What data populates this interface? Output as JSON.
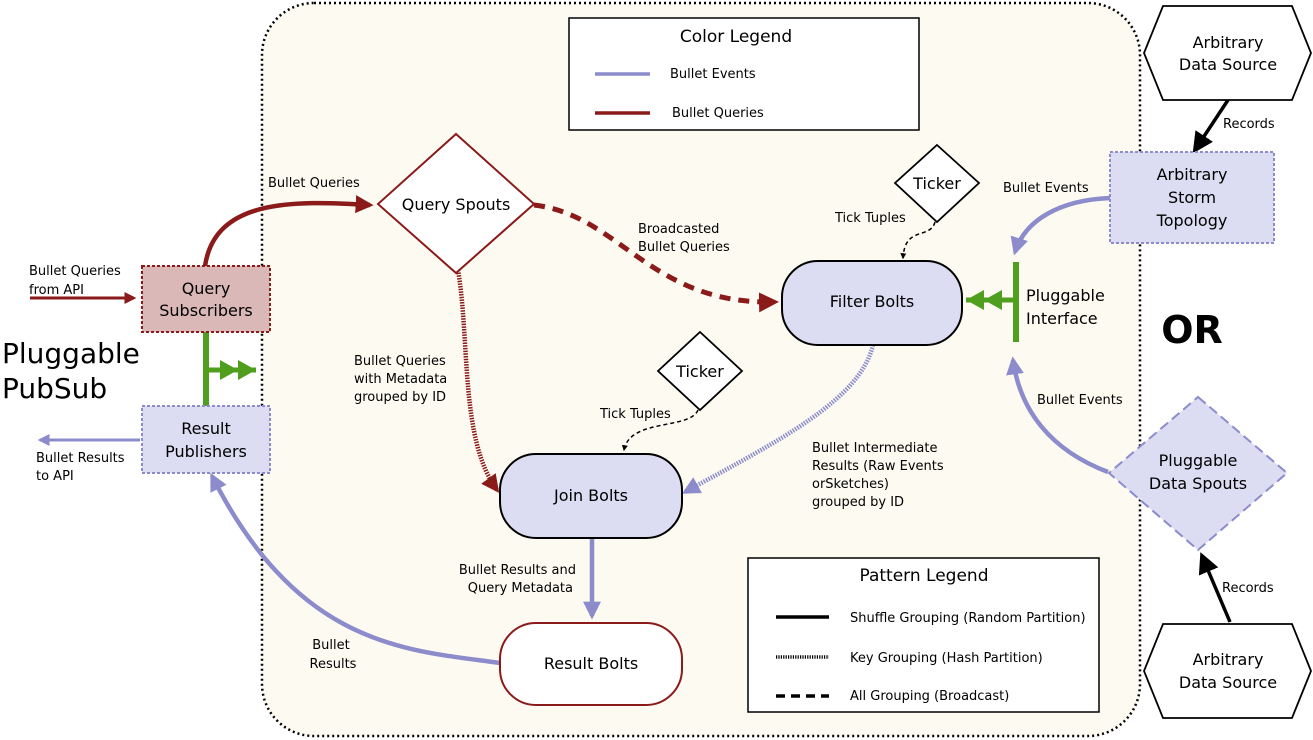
{
  "title_left": [
    "Pluggable",
    "PubSub"
  ],
  "or_text": "OR",
  "color_legend": {
    "title": "Color Legend",
    "items": [
      {
        "label": "Bullet Events",
        "color": "#8c8ccc"
      },
      {
        "label": "Bullet Queries",
        "color": "#8b1a1a"
      }
    ]
  },
  "pattern_legend": {
    "title": "Pattern Legend",
    "items": [
      {
        "label": "Shuffle Grouping (Random Partition)"
      },
      {
        "label": "Key Grouping (Hash Partition)"
      },
      {
        "label": "All Grouping (Broadcast)"
      }
    ]
  },
  "nodes": {
    "query_subscribers": [
      "Query",
      "Subscribers"
    ],
    "result_publishers": [
      "Result",
      "Publishers"
    ],
    "query_spouts": "Query Spouts",
    "filter_bolts": "Filter Bolts",
    "join_bolts": "Join Bolts",
    "result_bolts": "Result Bolts",
    "ticker_top": "Ticker",
    "ticker_mid": "Ticker",
    "arbitrary_source_top": [
      "Arbitrary",
      "Data Source"
    ],
    "arbitrary_storm": [
      "Arbitrary",
      "Storm",
      "Topology"
    ],
    "pluggable_spouts": [
      "Pluggable",
      "Data Spouts"
    ],
    "arbitrary_source_bottom": [
      "Arbitrary",
      "Data Source"
    ],
    "pluggable_interface": [
      "Pluggable",
      "Interface"
    ]
  },
  "labels": {
    "bullet_queries_from_api": [
      "Bullet Queries",
      "from API"
    ],
    "bullet_results_to_api": [
      "Bullet Results",
      "to API"
    ],
    "bullet_queries_top": "Bullet Queries",
    "broadcasted": [
      "Broadcasted",
      "Bullet Queries"
    ],
    "queries_with_metadata": [
      "Bullet Queries",
      "with Metadata",
      "grouped by ID"
    ],
    "tick_tuples_top": "Tick Tuples",
    "tick_tuples_mid": "Tick Tuples",
    "intermediate": [
      "Bullet Intermediate",
      "Results (Raw Events",
      "orSketches)",
      "grouped by ID"
    ],
    "results_and_metadata": [
      "Bullet Results and",
      "Query Metadata"
    ],
    "bullet_results": [
      "Bullet",
      "Results"
    ],
    "records_top": "Records",
    "records_bottom": "Records",
    "bullet_events_top": "Bullet Events",
    "bullet_events_bottom": "Bullet Events"
  },
  "colors": {
    "events": "#8c8ccc",
    "queries": "#8b1a1a",
    "interface": "#4f9e1e",
    "box_fill": "#dcdcf2",
    "subscriber_fill": "#dbb8b8",
    "panel_fill": "#fdfbf1"
  }
}
